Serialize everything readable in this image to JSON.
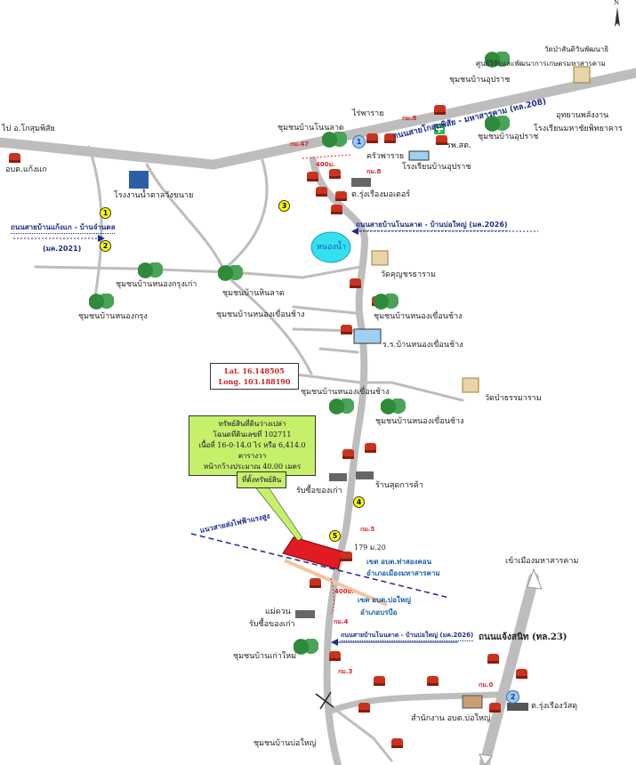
{
  "compass": {
    "label": "N"
  },
  "labels": {
    "to_kosum": "ไป อ.โกสุมพิสัย",
    "obt_kaengkae": "อบต.แก้งแก",
    "sugar_factory": "โรงงานน้ำตาลวังขนาย",
    "nongkrung_kao": "ชุมชนบ้านหนองกรุงเก่า",
    "hinlad": "ชุมชนบ้านหินลาด",
    "nongkrung": "ชุมชนบ้านหนองกรุง",
    "nonlad": "ชุมชนบ้านโนนลาด",
    "rai_paray": "ไร่พาราย",
    "krua_paray": "ครัวพาราย",
    "rpst": "รพ.สต.",
    "school_uprat": "โรงเรียนบ้านอุปราช",
    "uprat_1": "ชุมชนบ้านอุปราช",
    "uprat_2": "ชุมชนบ้านอุปราช",
    "research_center": "ศูนย์วิจัยและพัฒนาการเกษตรมหาสารคาม",
    "wat_santi": "วัดป่าสันติวันพัฒนาธิ",
    "energy_park": "อุทยานพลังงาน",
    "mahachai_school": "โรงเรียนมหาชัยพิทยาคาร",
    "rungrueang_motor": "ต.รุ่งเรืองมอเตอร์",
    "pond": "หนองน้ำ",
    "wat_kunchon": "วัดคุญชรธาราม",
    "nongkhuean_1": "ชุมชนบ้านหนองเขื่อนช้าง",
    "nongkhuean_2": "ชุมชนบ้านหนองเขื่อนช้าง",
    "nongkhuean_3": "ชุมชนบ้านหนองเขื่อนช้าง",
    "nongkhuean_4": "ชุมชนบ้านหนองเขื่อนช้าง",
    "nongkhuean_school": "ร.ร.บ้านหนองเขื่อนช้าง",
    "wat_tham": "วัดป่าธรรมาราม",
    "shop": "ร้านสุดการค้า",
    "recycle": "รับซื้อของเก่า",
    "house_no": "179 ม.20",
    "powerline": "แนวสายส่งไฟฟ้าแรงสูง",
    "zone_thasongkhon_1": "เขต อบต.ท่าสองคอน",
    "zone_thasongkhon_2": "อำเภอเมืองมหาสารคาม",
    "zone_boyai_1": "เขต อบต.บ่อใหญ่",
    "zone_boyai_2": "อำเภอบรบือ",
    "dist_400_top": "400ม.",
    "dist_400_mid": "400ม.",
    "maeduan_1": "แม่ดวน",
    "maeduan_2": "รับซื้อของเก่า",
    "kaomai": "ชุมชนบ้านเก่าใหม่",
    "to_mahasarakham": "เข้าเมืองมหาสารคาม",
    "chaengsanit": "ถนนแจ้งสนิท (ทล.23)",
    "rungrueang_watsadu": "ต.รุ่งเรืองวัสดุ",
    "obt_boyai_office": "สำนักงาน อบต.บ่อใหญ่",
    "boyai": "ชุมชนบ้านบ่อใหญ่"
  },
  "roads": {
    "highway_208": "ถนนสายโกสุมพิสัย - มหาสารคาม (ทล.208)",
    "kaengkae_road_1": "ถนนสายบ้านแก้งแก - บ้านจำนตล",
    "kaengkae_road_2": "(มค.2021)",
    "nonlad_road_top": "ถนนสายบ้านโนนลาด - บ้านบ่อใหญ่ (มค.2026)",
    "nonlad_road_bottom": "ถนนสายบ้านโนนลาด - บ้านบ่อใหญ่ (มค.2026)"
  },
  "km_markers": {
    "km47": "กม.47",
    "km8a": "กม.8",
    "km8b": "กม.8",
    "km5": "กม.5",
    "km4": "กม.4",
    "km3": "กม.3",
    "km0": "กม.0"
  },
  "numbers": {
    "n1": "1",
    "n2": "2",
    "n3": "3",
    "n4": "4",
    "n5": "5",
    "b1": "1",
    "b2": "2"
  },
  "coordinates": {
    "lat": "Lat. 16.148505",
    "long": "Long. 103.188190"
  },
  "property": {
    "line1": "ทรัพย์สินที่ดินว่างเปล่า",
    "line2": "โฉนดที่ดินเลขที่ 102711",
    "line3": "เนื้อที่ 16-0-14.0 ไร่ หรือ 6,414.0 ตารางวา",
    "line4": "หน้ากว้างประมาณ 40.00 เมตร",
    "site_label": "ที่ตั้งทรัพย์สิน"
  },
  "colors": {
    "road": "#bdbdbd",
    "callout": "#c6f06a",
    "parcel": "#e01b24",
    "pond": "#33e0f0",
    "zone_text": "#1a5fb4"
  }
}
